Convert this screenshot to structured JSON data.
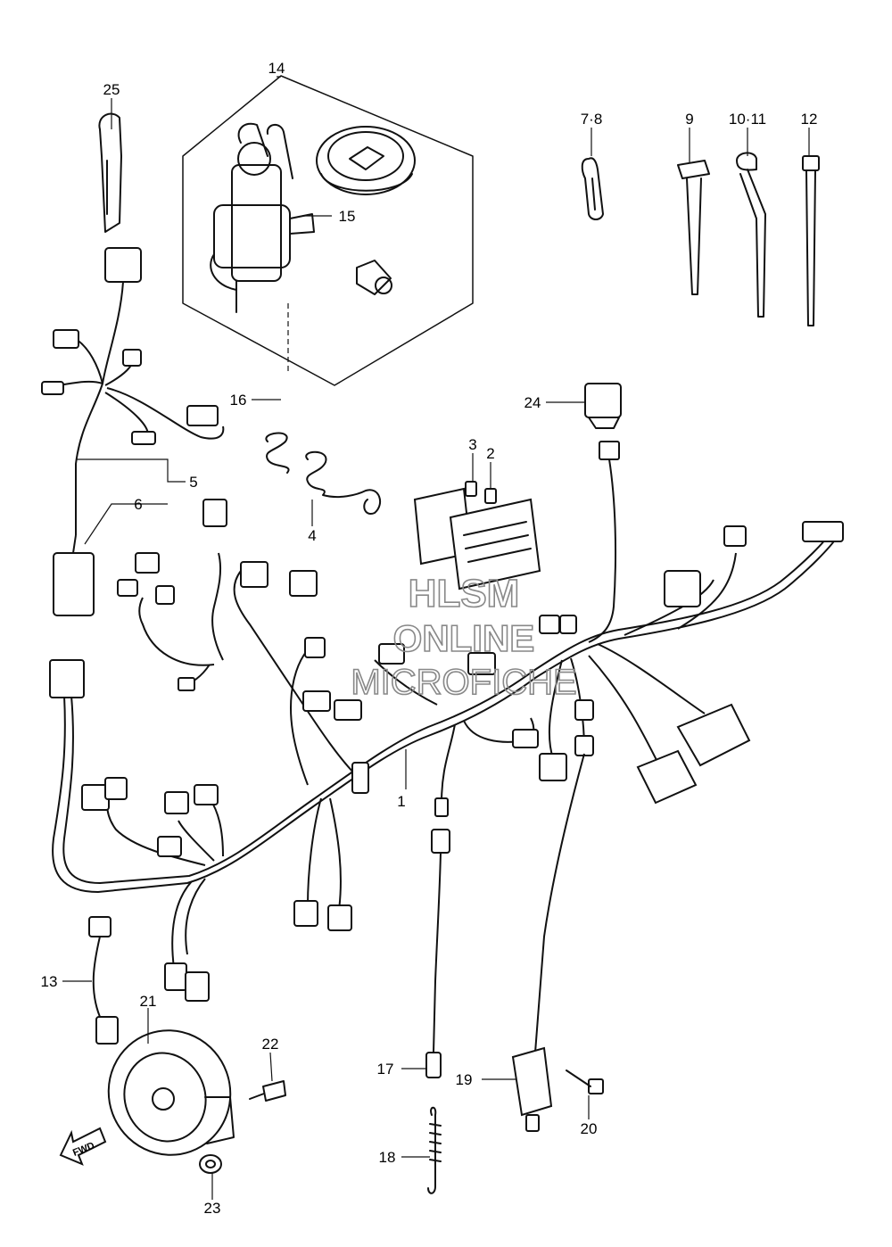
{
  "callouts": [
    {
      "id": "c1",
      "text": "1"
    },
    {
      "id": "c2",
      "text": "2"
    },
    {
      "id": "c3",
      "text": "3"
    },
    {
      "id": "c4",
      "text": "4"
    },
    {
      "id": "c5",
      "text": "5"
    },
    {
      "id": "c6",
      "text": "6"
    },
    {
      "id": "c78",
      "text": "7·8"
    },
    {
      "id": "c9",
      "text": "9"
    },
    {
      "id": "c1011",
      "text": "10·11"
    },
    {
      "id": "c12",
      "text": "12"
    },
    {
      "id": "c13",
      "text": "13"
    },
    {
      "id": "c14",
      "text": "14"
    },
    {
      "id": "c15",
      "text": "15"
    },
    {
      "id": "c16",
      "text": "16"
    },
    {
      "id": "c17",
      "text": "17"
    },
    {
      "id": "c18",
      "text": "18"
    },
    {
      "id": "c19",
      "text": "19"
    },
    {
      "id": "c20",
      "text": "20"
    },
    {
      "id": "c21",
      "text": "21"
    },
    {
      "id": "c22",
      "text": "22"
    },
    {
      "id": "c23",
      "text": "23"
    },
    {
      "id": "c24",
      "text": "24"
    },
    {
      "id": "c25",
      "text": "25"
    }
  ],
  "watermark": {
    "line1": "HLSM",
    "line2": "ONLINE",
    "line3": "MICROFICHE"
  },
  "direction_badge": "FWD"
}
